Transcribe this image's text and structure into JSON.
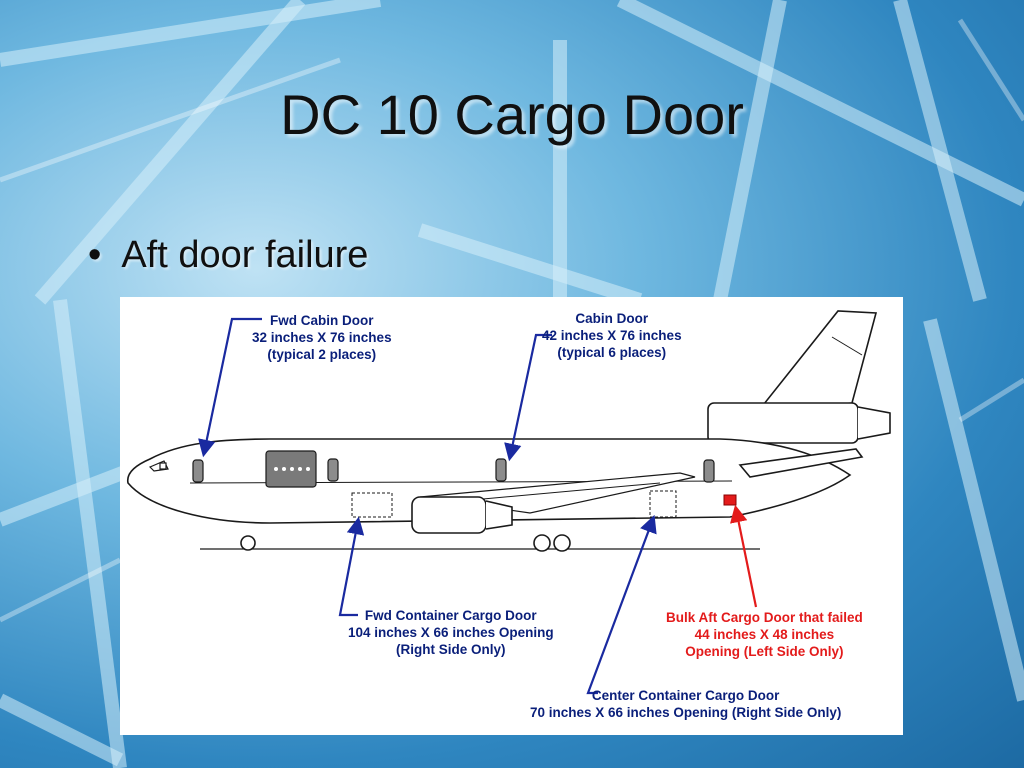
{
  "slide": {
    "title": "DC 10 Cargo Door",
    "bullet": "Aft door failure"
  },
  "diagram": {
    "labels": {
      "fwd_cabin_door": [
        "Fwd Cabin Door",
        "32 inches X 76 inches",
        "(typical 2 places)"
      ],
      "cabin_door": [
        "Cabin Door",
        "42 inches X 76 inches",
        "(typical 6 places)"
      ],
      "fwd_container_door": [
        "Fwd Container Cargo Door",
        "104 inches X 66 inches Opening",
        "(Right Side Only)"
      ],
      "bulk_aft_door": [
        "Bulk Aft Cargo Door that failed",
        "44 inches X 48 inches",
        "Opening (Left Side Only)"
      ],
      "center_container_door": [
        "Center Container Cargo Door",
        "70 inches X 66 inches Opening (Right Side Only)"
      ]
    },
    "colors": {
      "label_blue": "#0a1f7a",
      "label_red": "#e31b1b",
      "arrow_blue": "#1a2aa0",
      "arrow_red": "#e31b1b"
    }
  }
}
